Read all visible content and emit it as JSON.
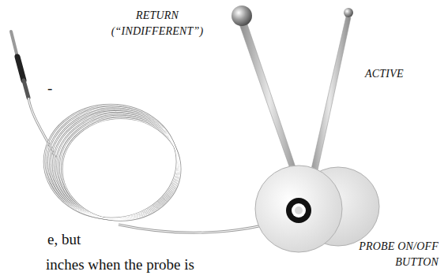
{
  "diagram": {
    "labels": [
      "RETURN (“INDIFFERENT”)",
      "ACTIVE",
      "PROBE ON/OFF BUTTON",
      "-",
      "e, but",
      "inches when the probe is"
    ]
  }
}
